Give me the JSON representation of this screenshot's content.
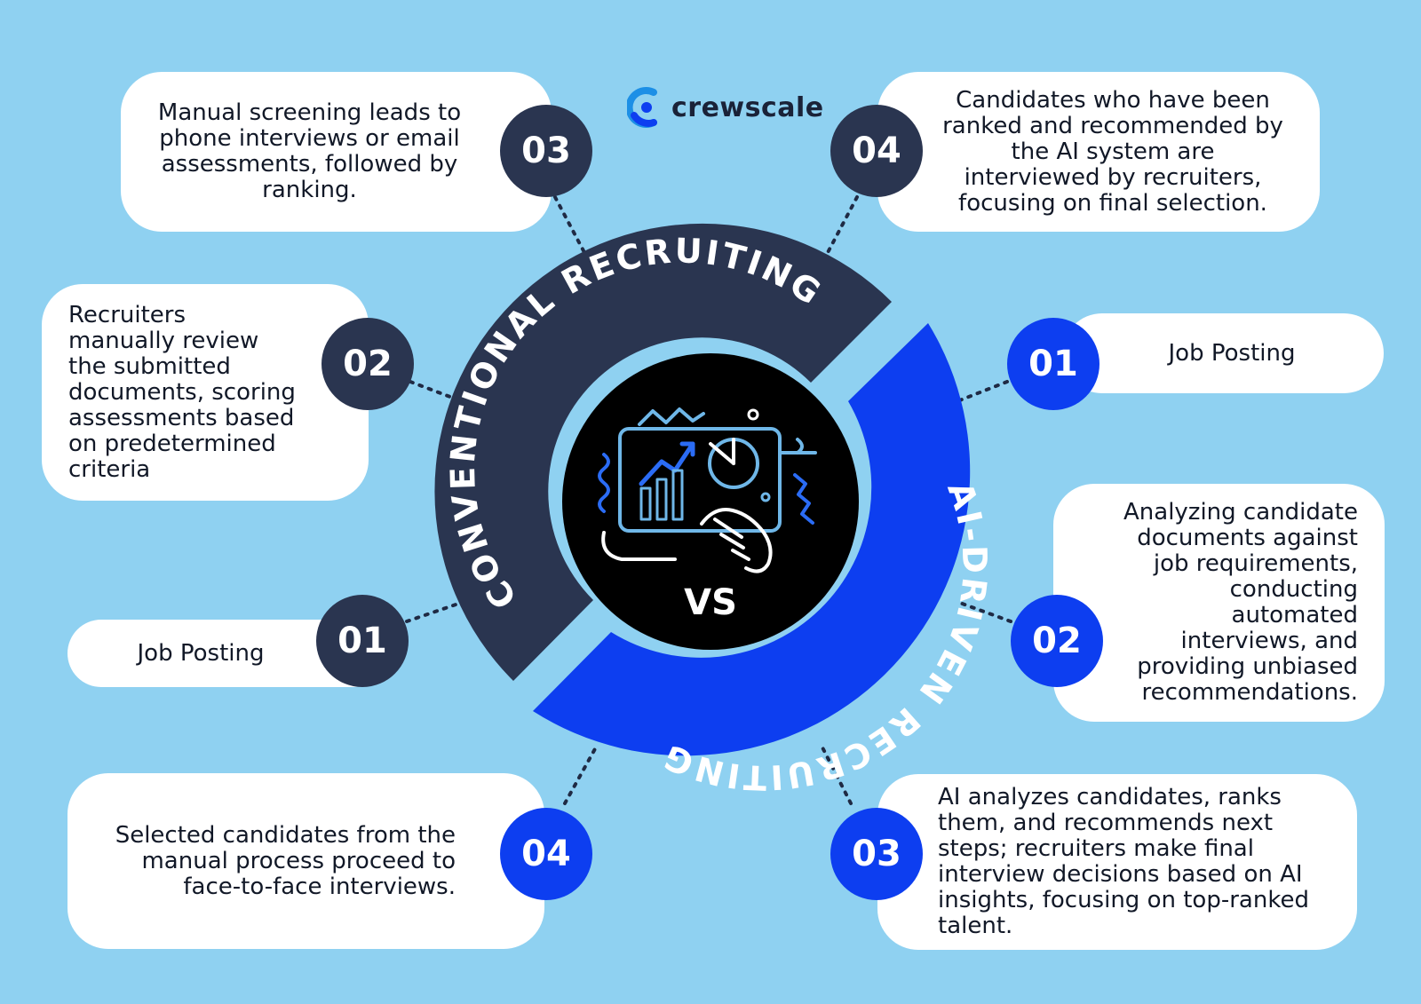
{
  "brand": {
    "name": "crewscale"
  },
  "colors": {
    "background": "#8fd1f1",
    "conventional": "#2a3550",
    "ai_driven": "#0d3ef0",
    "center": "#000000"
  },
  "ring": {
    "conventional_label": "CONVENTIONAL RECRUITING",
    "ai_label": "AI-DRIVEN RECRUITING",
    "center_label": "VS"
  },
  "conventional_steps": [
    {
      "number": "01",
      "text": "Job Posting"
    },
    {
      "number": "02",
      "text": "Recruiters manually review the submitted documents, scoring assessments based on predetermined criteria"
    },
    {
      "number": "03",
      "text": "Manual screening leads to phone interviews or email assessments, followed by ranking."
    },
    {
      "number": "04",
      "text": "Selected candidates from the manual process proceed to face-to-face interviews."
    }
  ],
  "ai_steps": [
    {
      "number": "01",
      "text": "Job Posting"
    },
    {
      "number": "02",
      "text": "Analyzing candidate documents against job requirements, conducting automated interviews, and providing unbiased recommendations."
    },
    {
      "number": "03",
      "text": "AI analyzes candidates, ranks them, and recommends next steps; recruiters make final interview decisions based on AI insights, focusing on top-ranked talent."
    },
    {
      "number": "04",
      "text": "Candidates who have been ranked and recommended by the AI system are interviewed by recruiters, focusing on final selection."
    }
  ],
  "icons": {
    "logo": "crewscale-logo-icon",
    "center": "analytics-dashboard-hand-icon"
  }
}
